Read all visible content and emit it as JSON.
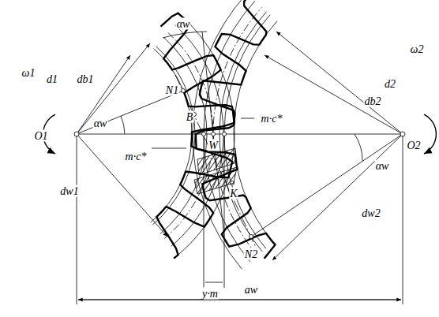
{
  "diagram": {
    "labels": [
      "αw",
      "d1",
      "db1",
      "N1",
      "ω1",
      "O1",
      "αw",
      "B",
      "m·c*",
      "W",
      "m·c*",
      "K",
      "dw1",
      "N2",
      "y·m",
      "aw",
      "d2",
      "db2",
      "ω2",
      "O2",
      "αw",
      "dw2"
    ]
  }
}
